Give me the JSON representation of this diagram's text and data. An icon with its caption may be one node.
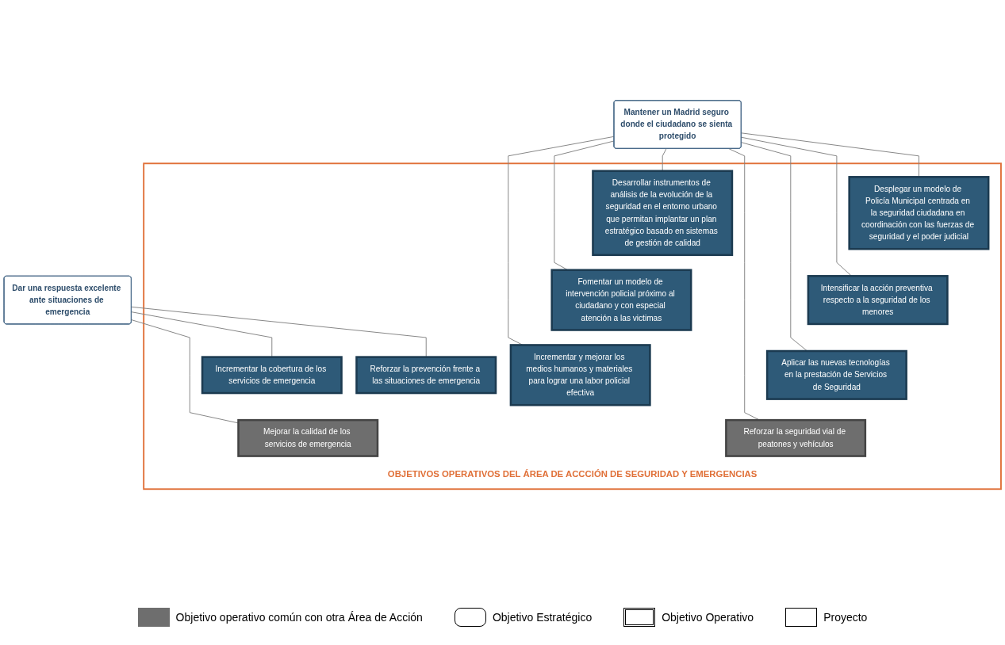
{
  "diagram": {
    "nodes": [
      {
        "text": [
          "Mantener un Madrid seguro donde el ciudadano se sienta protegido"
        ]
      },
      {
        "text": [
          "Dar una respuesta excelente ante situaciones de emergencia"
        ]
      },
      {
        "text": [
          "OBJETIVOS OPERATIVOS DEL ÁREA DE ACCCIÓN DE SEGURIDAD Y EMERGENCIAS"
        ]
      },
      {
        "text": [
          "Desarrollar instrumentos de análisis de la evolución de la seguridad en el entorno urbano que permitan implantar un plan estratégico basado en sistemas de gestión de calidad"
        ],
        "in": 2
      },
      {
        "text": [
          "Desplegar un modelo de Policía Municipal centrada en la seguridad ciudadana en coordinación con las fuerzas de seguridad y el poder judicial"
        ],
        "in": 2
      },
      {
        "text": [
          "Reforzar la prevención frente a las situaciones de emergencia"
        ],
        "in": 2
      },
      {
        "text": [
          "Incrementar la cobertura de los servicios de emergencia"
        ],
        "in": 2
      },
      {
        "text": [
          "Fomentar un modelo de intervención policial próximo al ciudadano y con especial atención a las victimas"
        ],
        "in": 2
      },
      {
        "text": [
          "Intensificar la acción preventiva respecto a la seguridad de los menores"
        ],
        "in": 2
      },
      {
        "text": [
          "Mejorar la calidad de los servicios de emergencia"
        ],
        "in": 2
      },
      {
        "text": [
          "Aplicar las nuevas tecnologías en la prestación de Servicios de Seguridad"
        ],
        "in": 2
      },
      {
        "text": [
          "Incrementar y mejorar los medios humanos y materiales para lograr una labor policial efectiva"
        ],
        "in": 2
      },
      {
        "text": [
          "Reforzar la seguridad vial de peatones y vehículos"
        ],
        "in": 2
      }
    ],
    "edges": [
      {
        "from": 0,
        "to": 3,
        "arrow": "none"
      },
      {
        "from": 0,
        "to": 4,
        "arrow": "none"
      },
      {
        "from": 0,
        "to": 8,
        "arrow": "none"
      },
      {
        "from": 0,
        "to": 7,
        "arrow": "none"
      },
      {
        "from": 0,
        "to": 10,
        "arrow": "none"
      },
      {
        "from": 0,
        "to": 11,
        "arrow": "none"
      },
      {
        "from": 0,
        "to": 12,
        "arrow": "none"
      },
      {
        "from": 1,
        "to": 5,
        "arrow": "none"
      },
      {
        "from": 1,
        "to": 6,
        "arrow": "none"
      },
      {
        "from": 1,
        "to": 9,
        "arrow": "none"
      }
    ],
    "legend": [
      {
        "text": "Objetivo operativo común con otra Área de Acción",
        "color": "#6e6e6e"
      },
      {
        "text": "Objetivo Estratégico"
      },
      {
        "text": "Objetivo Operativo"
      },
      {
        "text": "Proyecto"
      }
    ]
  }
}
